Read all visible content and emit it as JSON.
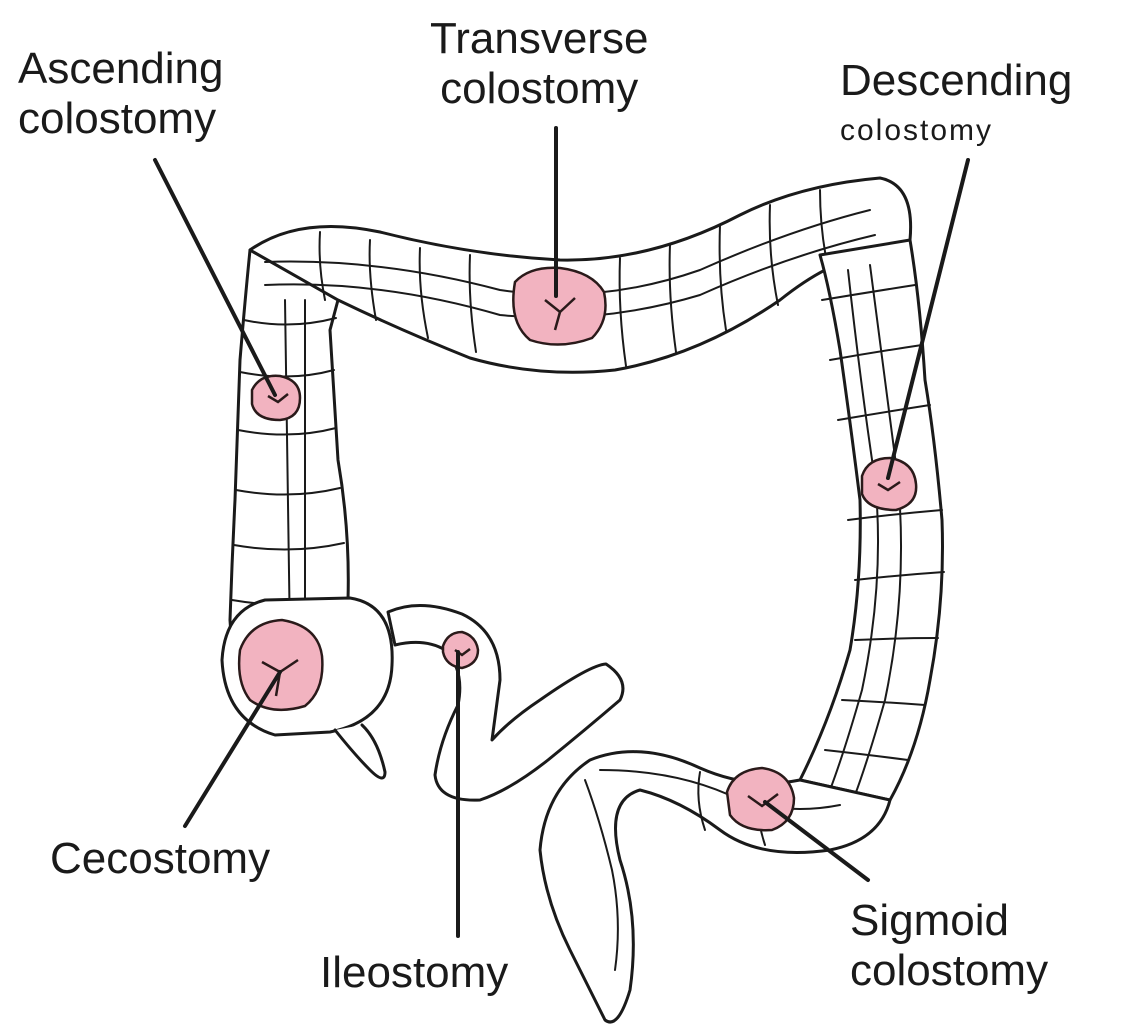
{
  "labels": {
    "ascending": {
      "line1": "Ascending",
      "line2": "colostomy"
    },
    "transverse": {
      "line1": "Transverse",
      "line2": "colostomy"
    },
    "descending": {
      "line1": "Descending",
      "line2": "colostomy"
    },
    "cecostomy": "Cecostomy",
    "ileostomy": "Ileostomy",
    "sigmoid": {
      "line1": "Sigmoid",
      "line2": "colostomy"
    }
  },
  "colors": {
    "stoma_fill": "#f2b3c0",
    "stoma_stroke": "#2a1a1a",
    "outline": "#1a1a1a",
    "text": "#1a1a1a",
    "background": "#ffffff"
  }
}
